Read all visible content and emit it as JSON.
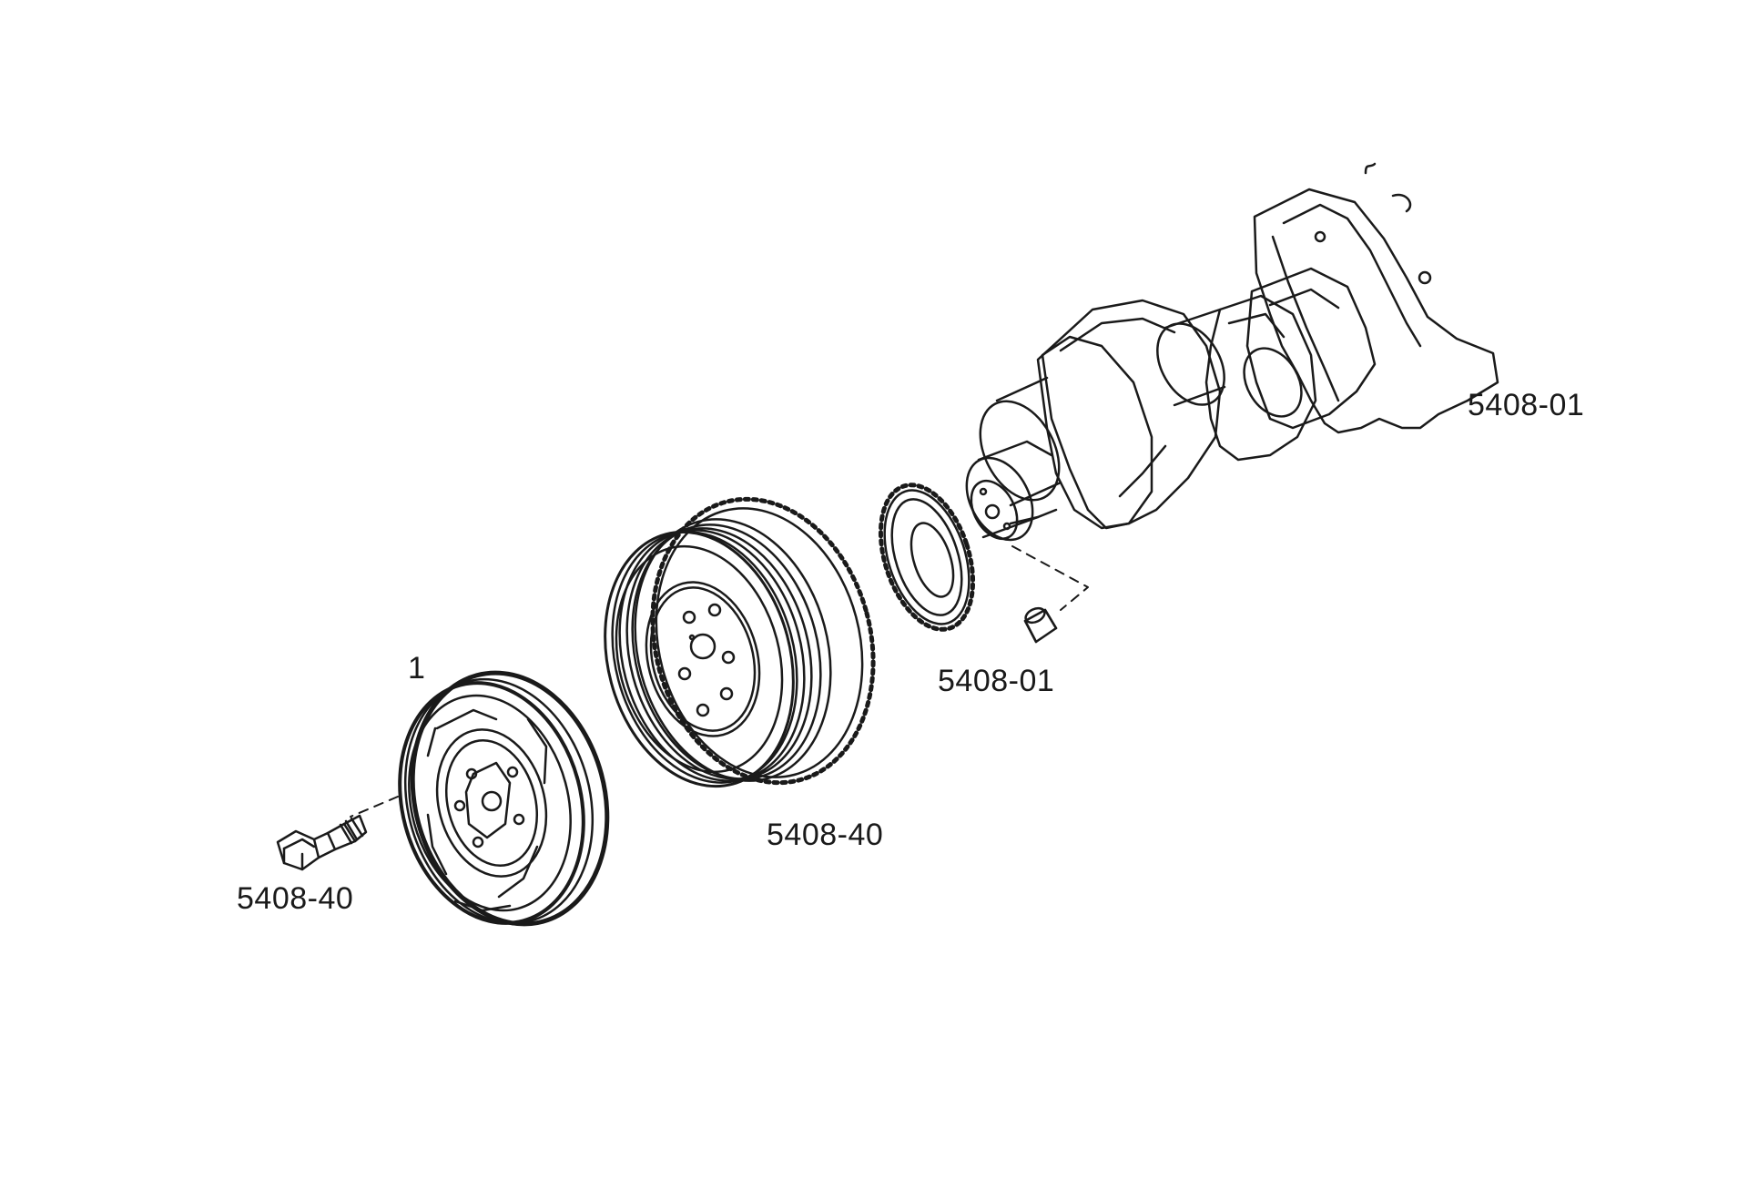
{
  "diagram": {
    "callouts": {
      "crankshaft": "5408-01",
      "woodruff_key": "5408-01",
      "vibration_damper": "5408-40",
      "pulley": "1",
      "pulley_bolt": "5408-40"
    },
    "colors": {
      "line": "#1a1a1a",
      "background": "#ffffff"
    }
  }
}
